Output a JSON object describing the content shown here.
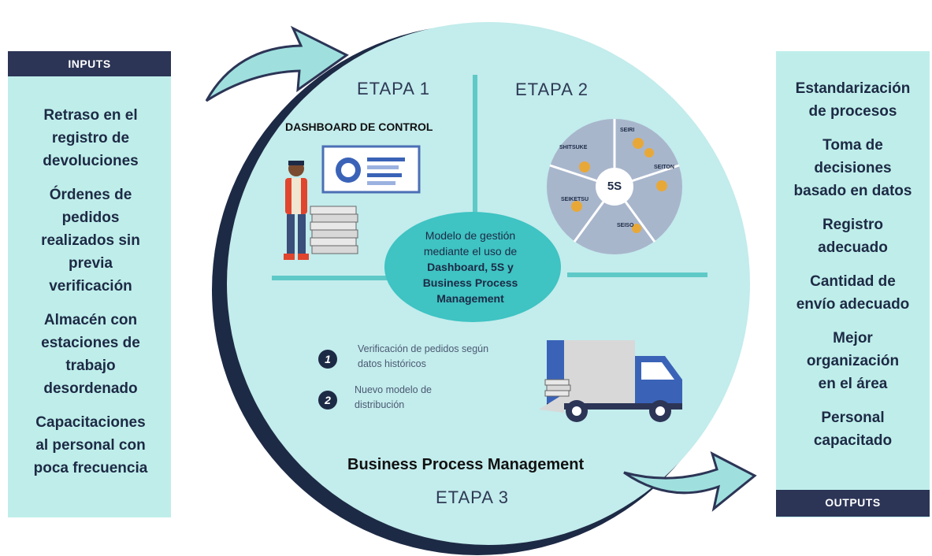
{
  "inputs": {
    "header": "INPUTS",
    "items": [
      "Retraso en el\nregistro de\ndevoluciones",
      "Órdenes de\npedidos\nrealizados sin\nprevia\nverificación",
      "Almacén con\nestaciones de\ntrabajo\ndesordenado",
      "Capacitaciones\nal personal con\npoca frecuencia"
    ]
  },
  "outputs": {
    "footer": "OUTPUTS",
    "items": [
      "Estandarización\nde procesos",
      "Toma de\ndecisiones\nbasado en datos",
      "Registro\nadecuado",
      "Cantidad de\nenvío adecuado",
      "Mejor\norganización\nen el área",
      "Personal\ncapacitado"
    ]
  },
  "stages": {
    "stage1": "ETAPA 1",
    "stage2": "ETAPA 2",
    "stage3": "ETAPA 3"
  },
  "stage1_title": "DASHBOARD DE CONTROL",
  "center": {
    "line1": "Modelo de gestión",
    "line2": "mediante el uso de",
    "bold1": "Dashboard, 5S y",
    "bold2": "Business Process",
    "bold3": "Management"
  },
  "five_s": {
    "center": "5S",
    "seiri": "SEIRI",
    "seiton": "SEITON",
    "seiso": "SEISO",
    "seiketsu": "SEIKETSU",
    "shitsuke": "SHITSUKE"
  },
  "steps": [
    {
      "num": "1",
      "line1": "Verificación de pedidos según",
      "line2": "datos históricos"
    },
    {
      "num": "2",
      "line1": "Nuevo modelo de",
      "line2": "distribución"
    }
  ],
  "bpm_title": "Business Process Management",
  "colors": {
    "panel": "#bfeeea",
    "band": "#2c3556",
    "circle": "#c3ecec",
    "ring": "#1d2a45",
    "center_ellipse": "#3fc3c3",
    "accent_wheel": "#a8b6cc"
  }
}
